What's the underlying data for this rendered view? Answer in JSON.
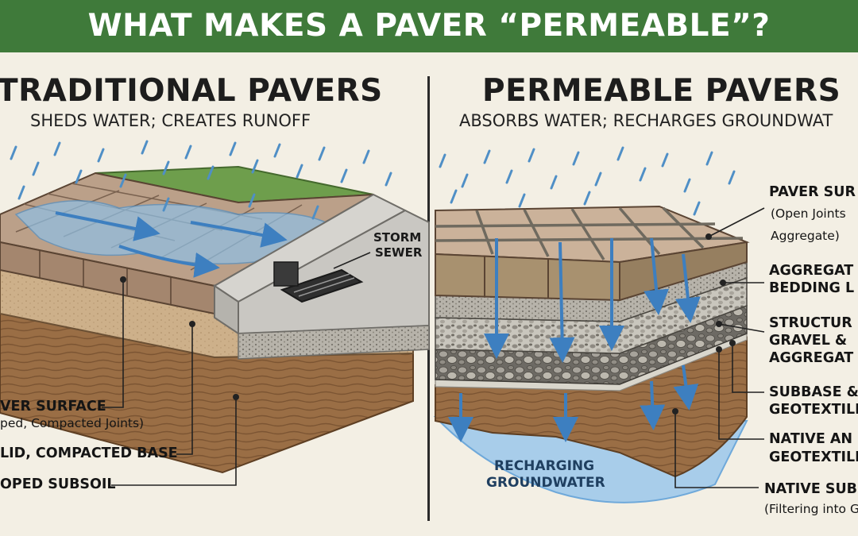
{
  "banner": {
    "title": "WHAT MAKES A PAVER “PERMEABLE”?",
    "color": "#3f7a3a"
  },
  "traditional": {
    "title": "TRADITIONAL PAVERS",
    "subtitle": "SHEDS WATER; CREATES RUNOFF",
    "storm_sewer_label_1": "STORM",
    "storm_sewer_label_2": "SEWER",
    "labels": {
      "surface": "VER SURFACE",
      "surface_note": "ped, Compacted Joints)",
      "base": "LID, COMPACTED BASE",
      "subsoil": "OPED SUBSOIL"
    }
  },
  "permeable": {
    "title": "PERMEABLE PAVERS",
    "subtitle": "ABSORBS WATER; RECHARGES GROUNDWAT",
    "groundwater_1": "RECHARGING",
    "groundwater_2": "GROUNDWATER",
    "labels": {
      "surface": "PAVER SUR",
      "surface_note_1": "(Open Joints",
      "surface_note_2": "Aggregate)",
      "bedding_1": "AGGREGAT",
      "bedding_2": "BEDDING L",
      "structural_1": "STRUCTUR",
      "structural_2": "GRAVEL &",
      "structural_3": "AGGREGAT",
      "subbase_1": "SUBBASE &",
      "subbase_2": "GEOTEXTILE",
      "native_1": "NATIVE AN",
      "native_2": "GEOTEXTILE F",
      "subsoil_1": "NATIVE SUBS",
      "subsoil_2": "(Filtering into G"
    }
  },
  "colors": {
    "water": "#6fa9da",
    "paver": "#b89c82",
    "soil": "#a6784b",
    "grass": "#6e9e4c"
  }
}
